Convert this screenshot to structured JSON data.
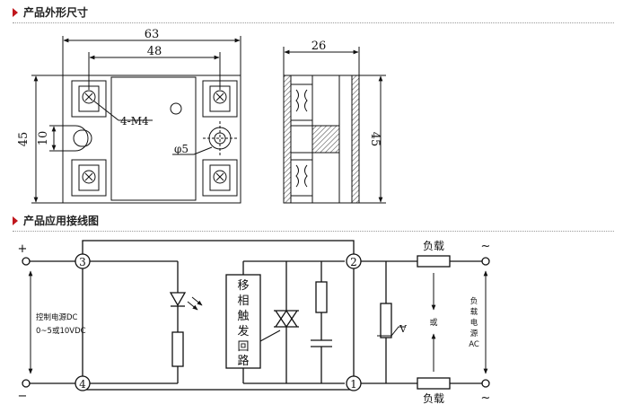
{
  "sections": {
    "dimensions_title": "产品外形尺寸",
    "wiring_title": "产品应用接线图"
  },
  "dimensions": {
    "width_overall": "63",
    "width_holes": "48",
    "height_left": "45",
    "slot_height": "10",
    "screw_label": "4-M4",
    "hole_label": "φ5",
    "depth_side": "26",
    "height_side": "45"
  },
  "wiring": {
    "plus": "+",
    "minus": "−",
    "control_label_line1": "控制电源DC",
    "control_label_line2": "0~5或10VDC",
    "terminal_3": "3",
    "terminal_4": "4",
    "terminal_2": "2",
    "terminal_1": "1",
    "trigger_box_label": [
      "移",
      "相",
      "触",
      "发",
      "回",
      "路"
    ],
    "varistor_label": "V",
    "load_top": "负载",
    "load_bottom": "负载",
    "or_label": "或",
    "tilde_top": "~",
    "tilde_bottom": "~",
    "load_source_label": [
      "负",
      "载",
      "电",
      "源",
      "AC"
    ]
  },
  "colors": {
    "accent_arrow": "#c0161c",
    "line": "#111111"
  }
}
